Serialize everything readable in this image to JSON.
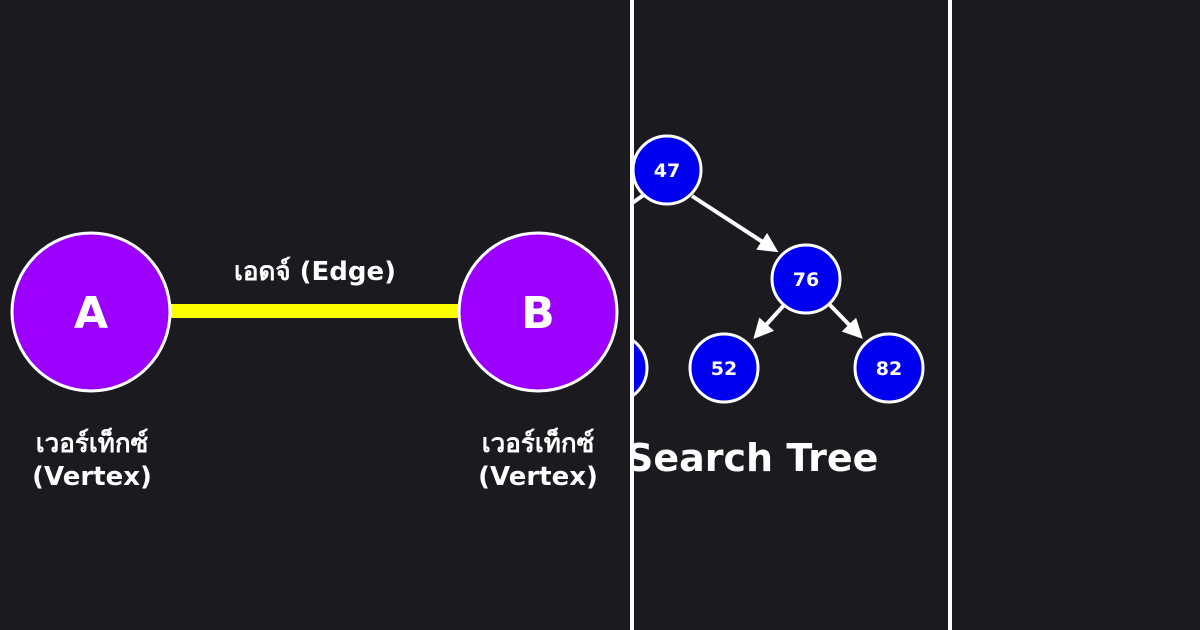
{
  "graph": {
    "vertex_a": {
      "label": "A",
      "caption_line1": "เวอร์เท็กซ์",
      "caption_line2": "(Vertex)"
    },
    "vertex_b": {
      "label": "B",
      "caption_line1": "เวอร์เท็กซ์",
      "caption_line2": "(Vertex)"
    },
    "edge": {
      "label": "เอดจ์ (Edge)"
    },
    "colors": {
      "vertex": "#9b00ff",
      "edge": "#ffff00",
      "outline": "#ffffff"
    }
  },
  "tree": {
    "title": "Search Tree",
    "nodes": {
      "root": "47",
      "right": "76",
      "right_left": "52",
      "right_right": "82"
    },
    "colors": {
      "node": "#0000f0",
      "outline": "#ffffff"
    }
  }
}
